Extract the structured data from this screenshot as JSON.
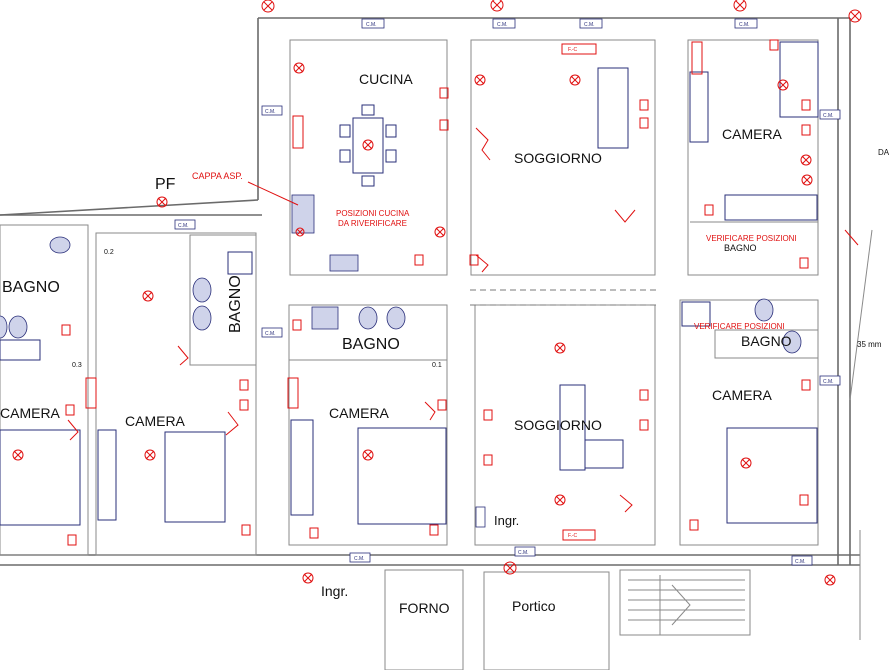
{
  "rooms": {
    "cucina": "CUCINA",
    "soggiorno_top": "SOGGIORNO",
    "soggiorno_mid": "SOGGIORNO",
    "camera_top_right": "CAMERA",
    "camera_left": "CAMERA",
    "camera_far_left": "CAMERA",
    "camera_mid": "CAMERA",
    "camera_right": "CAMERA",
    "bagno_left": "BAGNO",
    "bagno_vertical": "BAGNO",
    "bagno_center": "BAGNO",
    "bagno_right": "BAGNO",
    "bagno_small_upper": "BAGNO",
    "forno": "FORNO",
    "portico": "Portico",
    "ingr_left": "Ingr.",
    "ingr_center": "Ingr.",
    "pf": "PF"
  },
  "notes": {
    "cappa": "CAPPA ASP.",
    "posizioni_cucina_1": "POSIZIONI CUCINA",
    "posizioni_cucina_2": "DA RIVERIFICARE",
    "verificare_upper": "VERIFICARE POSIZIONI",
    "verificare_lower": "VERIFICARE POSIZIONI",
    "fc": "F.-C",
    "cm": "C.M.",
    "dim_35": "35 mm",
    "da": "DA",
    "q_02": "0.2",
    "q_03": "0.3",
    "q_01": "0.1"
  },
  "colors": {
    "walls": "#6b6b6b",
    "electrical": "#e01010",
    "fixtures": "#2a2f7a",
    "labels": "#111111"
  }
}
